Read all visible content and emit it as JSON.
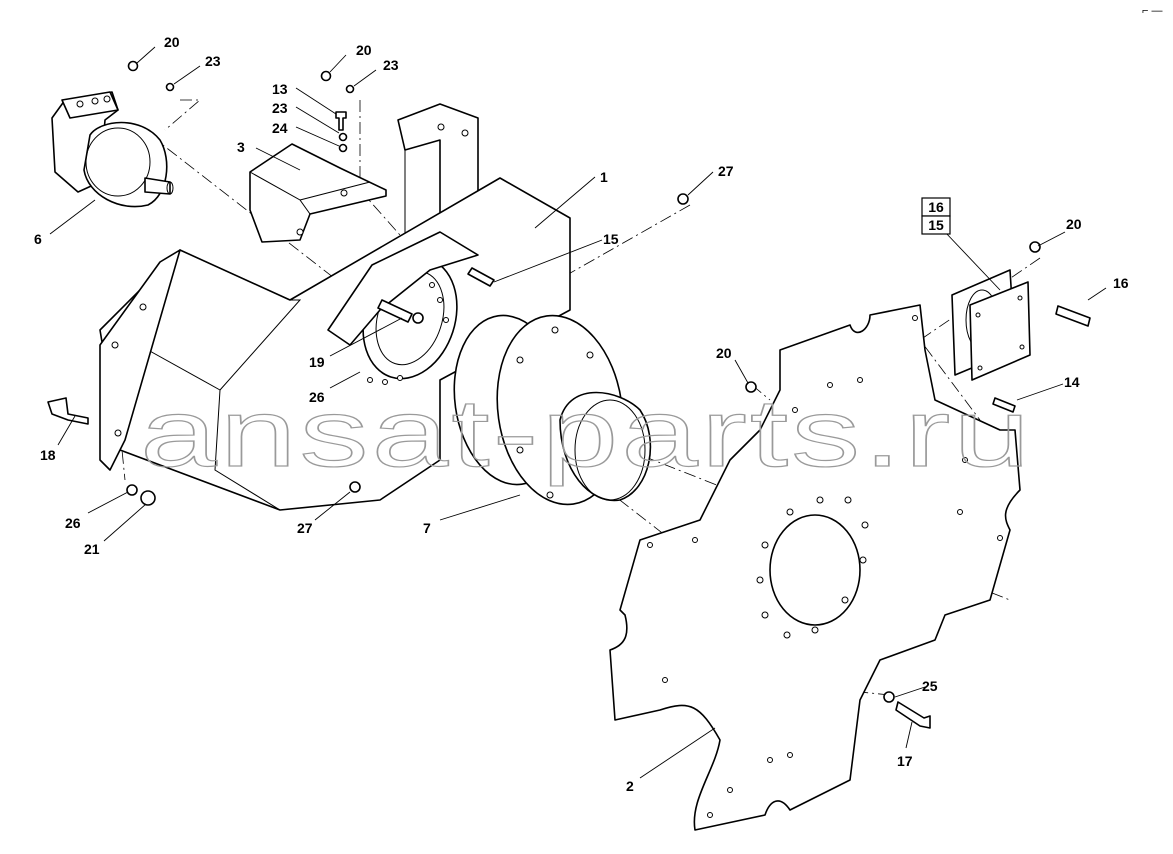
{
  "callouts": [
    {
      "label": "20"
    },
    {
      "label": "23"
    },
    {
      "label": "20"
    },
    {
      "label": "23"
    },
    {
      "label": "13"
    },
    {
      "label": "23"
    },
    {
      "label": "24"
    },
    {
      "label": "3"
    },
    {
      "label": "6"
    },
    {
      "label": "1"
    },
    {
      "label": "27"
    },
    {
      "label": "15"
    },
    {
      "label": "19"
    },
    {
      "label": "26"
    },
    {
      "label": "18"
    },
    {
      "label": "26"
    },
    {
      "label": "21"
    },
    {
      "label": "27"
    },
    {
      "label": "7"
    },
    {
      "label": "20"
    },
    {
      "label": "20"
    },
    {
      "label": "16"
    },
    {
      "label": "14"
    },
    {
      "label": "25"
    },
    {
      "label": "17"
    },
    {
      "label": "2"
    }
  ],
  "kit_box": {
    "top": "16",
    "bottom": "15"
  },
  "watermark": "ansat-parts.ru",
  "corner_mark": "⌐ —"
}
